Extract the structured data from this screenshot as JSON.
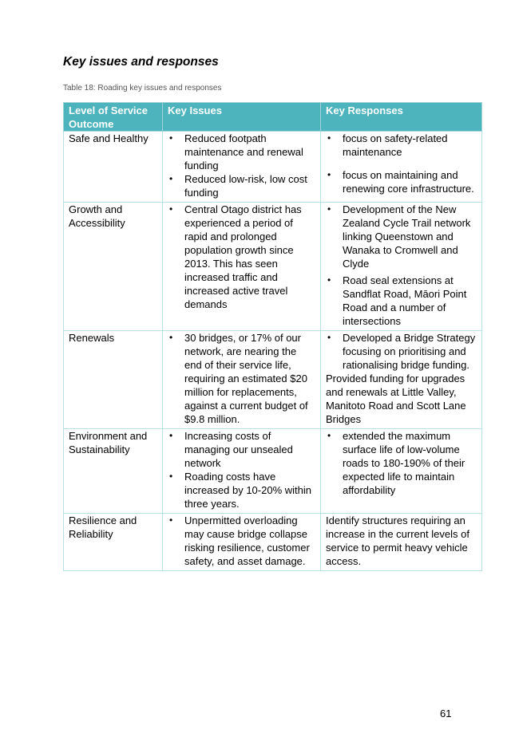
{
  "section_heading": "Key issues and responses",
  "table_caption": "Table 18: Roading key issues and responses",
  "table": {
    "headers": [
      "Level of Service Outcome",
      "Key Issues",
      "Key Responses"
    ],
    "rows": [
      {
        "outcome": "Safe and Healthy",
        "issues": [
          "Reduced footpath maintenance and renewal funding",
          "Reduced low-risk, low cost funding"
        ],
        "responses": [
          "focus on safety-related maintenance",
          "focus on maintaining and renewing core infrastructure."
        ]
      },
      {
        "outcome": "Growth and Accessibility",
        "issues": [
          "Central Otago district has experienced a period of rapid and prolonged population growth since 2013. This has seen increased traffic and increased active travel demands"
        ],
        "responses": [
          "Development of the New Zealand Cycle Trail network linking Queenstown and Wanaka to Cromwell and Clyde",
          "Road seal extensions at Sandflat Road, Māori Point Road and a number of intersections"
        ]
      },
      {
        "outcome": "Renewals",
        "issues": [
          "30 bridges, or 17% of our network, are nearing the end of their service life, requiring an estimated $20 million for replacements, against a current budget of $9.8 million."
        ],
        "responses": [
          "Developed a Bridge Strategy focusing on prioritising and rationalising bridge funding."
        ],
        "response_note": "Provided funding for upgrades and renewals at Little Valley, Manitoto Road and Scott Lane Bridges"
      },
      {
        "outcome": "Environment and Sustainability",
        "issues": [
          "Increasing costs of managing our unsealed network",
          "Roading costs have increased by 10-20% within three years."
        ],
        "responses": [
          "extended the maximum surface life of low-volume roads to 180-190% of their expected life to maintain affordability"
        ]
      },
      {
        "outcome": "Resilience and Reliability",
        "issues": [
          "Unpermitted overloading may cause bridge collapse risking resilience, customer safety, and asset damage."
        ],
        "response_note": "Identify structures requiring an increase in the current levels of service to permit heavy vehicle access."
      }
    ]
  },
  "page_number": "61"
}
